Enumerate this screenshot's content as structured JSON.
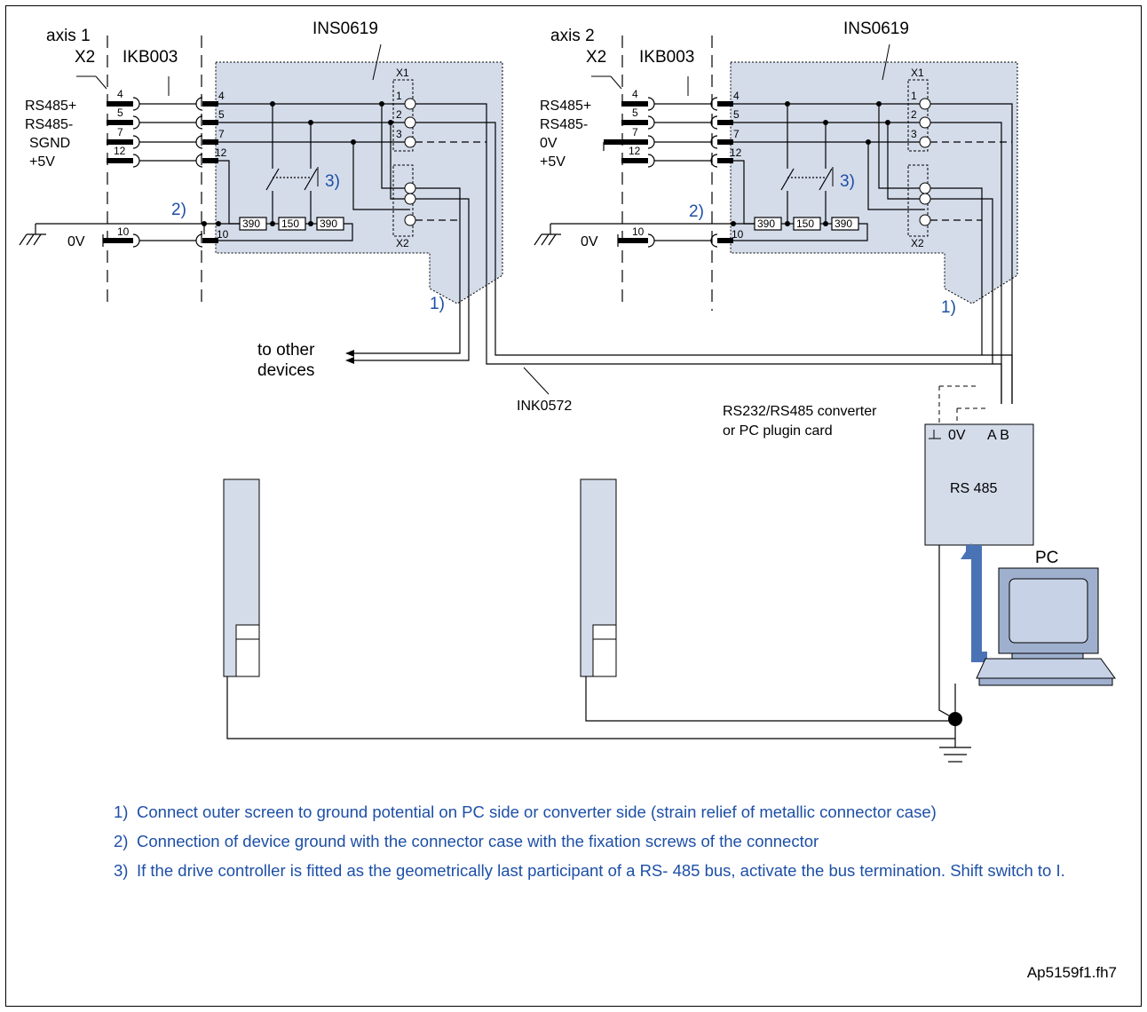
{
  "labels": {
    "axis1": "axis 1",
    "axis2": "axis 2",
    "x2": "X2",
    "ikb": "IKB003",
    "ins": "INS0619",
    "x1_term": "X1",
    "x2_term": "X2",
    "rs485p": "RS485+",
    "rs485m": "RS485-",
    "sgnd": "SGND",
    "zerov": "0V",
    "plus5v": "+5V",
    "pin4": "4",
    "pin5": "5",
    "pin7": "7",
    "pin12": "12",
    "pin10": "10",
    "t1": "1",
    "t2": "2",
    "t3": "3",
    "r390": "390",
    "r150": "150",
    "ref1": "1)",
    "ref2": "2)",
    "ref3": "3)",
    "to_other_line1": "to other",
    "to_other_line2": "devices",
    "ink": "INK0572",
    "converter_line1": "RS232/RS485 converter",
    "converter_line2": "or PC plugin card",
    "conv_0v": "0V",
    "conv_ab": "A B",
    "rs485box": "RS 485",
    "pc": "PC"
  },
  "notes": [
    {
      "num": "1)",
      "text": "Connect outer screen to ground potential on PC side or converter side (strain relief of metallic connector case)"
    },
    {
      "num": "2)",
      "text": "Connection of device ground with the connector case with the fixation screws of the connector"
    },
    {
      "num": "3)",
      "text": "If the drive controller is fitted as the geometrically last participant of a RS- 485 bus, activate the bus termination. Shift switch to I."
    }
  ],
  "footer": "Ap5159f1.fh7",
  "colors": {
    "panel_fill": "#d4dcea",
    "note_blue": "#1d4fa6",
    "cable_blue": "#4a73b5"
  }
}
